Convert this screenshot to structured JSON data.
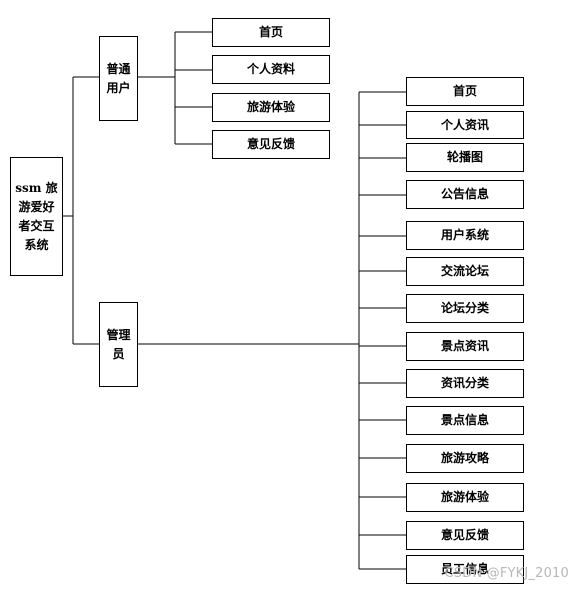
{
  "root": {
    "label": "ssm 旅游爱好者交互系统"
  },
  "branches": {
    "user": {
      "label": "普通用户",
      "items": [
        "首页",
        "个人资料",
        "旅游体验",
        "意见反馈"
      ]
    },
    "admin": {
      "label": "管理员",
      "items": [
        "首页",
        "个人资讯",
        "轮播图",
        "公告信息",
        "用户系统",
        "交流论坛",
        "论坛分类",
        "景点资讯",
        "资讯分类",
        "景点信息",
        "旅游攻略",
        "旅游体验",
        "意见反馈",
        "员工信息"
      ]
    }
  },
  "watermark": "CSDN @FYKJ_2010"
}
